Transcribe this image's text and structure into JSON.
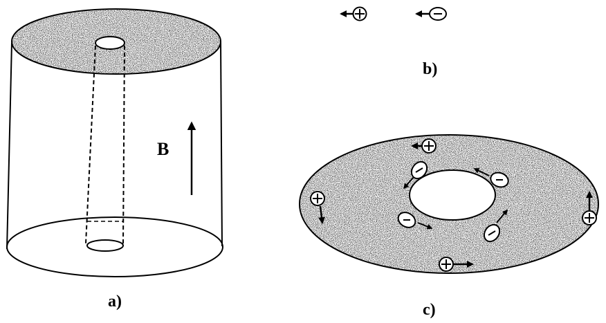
{
  "panels": {
    "a": {
      "label": "a)",
      "field_label": "B"
    },
    "b": {
      "label": "b)"
    },
    "c": {
      "label": "c)"
    }
  },
  "colors": {
    "ink": "#000000",
    "texture": "#9a9a9a",
    "background": "#ffffff"
  }
}
